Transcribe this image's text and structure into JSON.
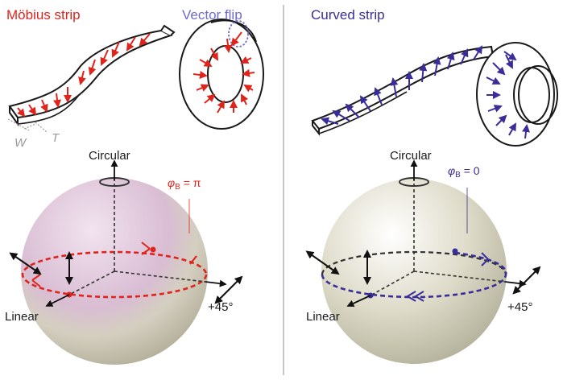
{
  "colors": {
    "red": "#e0241c",
    "blue": "#3a2d99",
    "lavender": "#6e6cc8",
    "divider": "#8c8c8c",
    "sphere_pink": "#e2c3db",
    "sphere_beige": "#d8d5c2"
  },
  "left": {
    "title": "Möbius strip",
    "vector_flip": "Vector flip",
    "w_label": "W",
    "t_label": "T",
    "circular": "Circular",
    "linear": "Linear",
    "plus45": "+45°",
    "phase_symbol": "φ",
    "phase_sub": "B",
    "phase_value": " = π"
  },
  "right": {
    "title": "Curved strip",
    "circular": "Circular",
    "linear": "Linear",
    "plus45": "+45°",
    "phase_symbol": "φ",
    "phase_sub": "B",
    "phase_value": " = 0"
  }
}
